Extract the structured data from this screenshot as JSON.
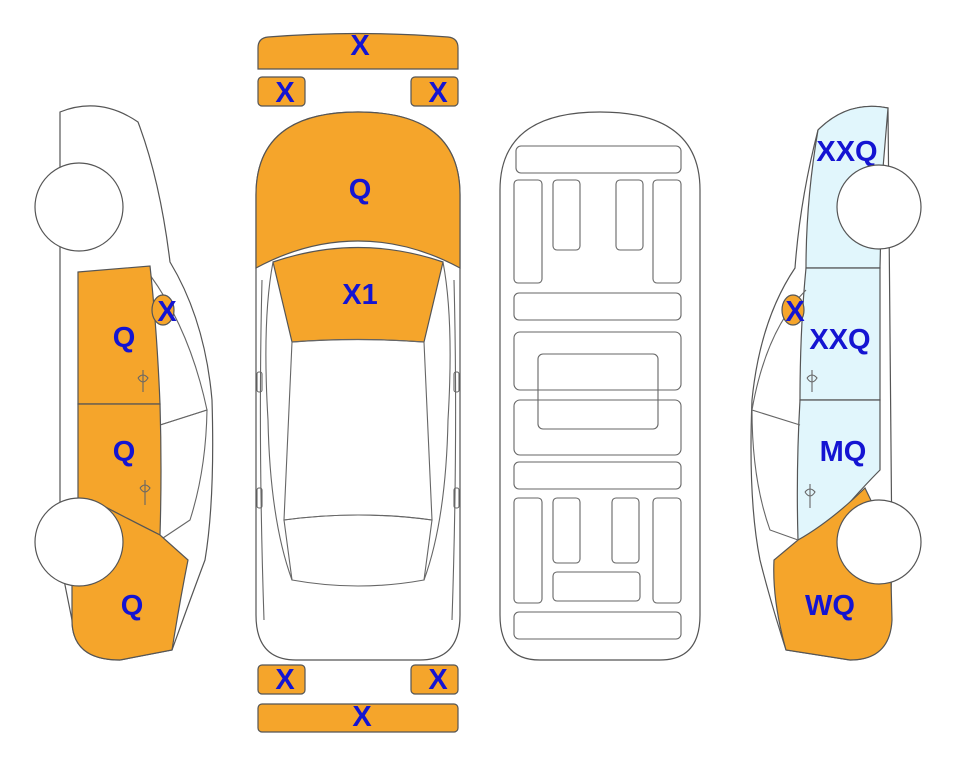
{
  "colors": {
    "damaged": "#F5A52B",
    "light": "#E1F6FC",
    "label": "#1414D2",
    "outline": "#555555"
  },
  "codes": {
    "bumper_front": "X",
    "front_left_lamp": "X",
    "front_right_lamp": "X",
    "hood": "Q",
    "windshield": "X1",
    "rear_left_lamp": "X",
    "rear_right_lamp": "X",
    "bumper_rear": "X",
    "left_mirror": "X",
    "left_front_door": "Q",
    "left_rear_door": "Q",
    "left_rear_quarter": "Q",
    "right_front_fender": "XXQ",
    "right_mirror": "X",
    "right_front_door": "XXQ",
    "right_rear_door": "MQ",
    "right_rear_quarter": "WQ"
  }
}
